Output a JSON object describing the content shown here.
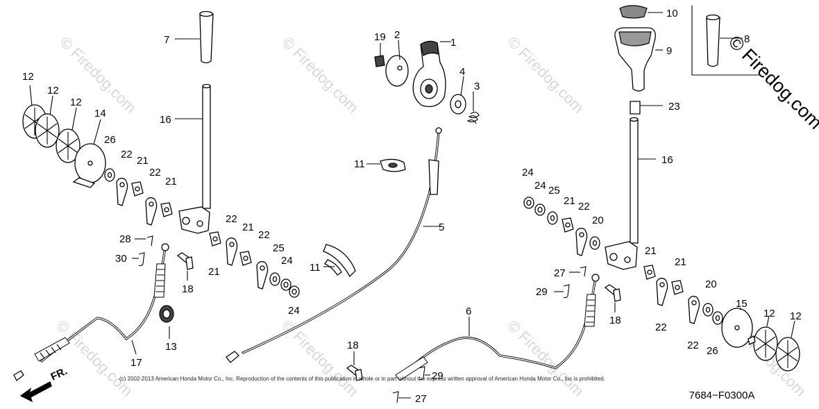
{
  "callouts": [
    {
      "id": "c1",
      "text": "1"
    },
    {
      "id": "c2",
      "text": "2"
    },
    {
      "id": "c3",
      "text": "3"
    },
    {
      "id": "c4",
      "text": "4"
    },
    {
      "id": "c5",
      "text": "5"
    },
    {
      "id": "c6",
      "text": "6"
    },
    {
      "id": "c7",
      "text": "7"
    },
    {
      "id": "c8",
      "text": "8"
    },
    {
      "id": "c9",
      "text": "9"
    },
    {
      "id": "c10",
      "text": "10"
    },
    {
      "id": "c11a",
      "text": "11"
    },
    {
      "id": "c11b",
      "text": "11"
    },
    {
      "id": "c12a",
      "text": "12"
    },
    {
      "id": "c12b",
      "text": "12"
    },
    {
      "id": "c12c",
      "text": "12"
    },
    {
      "id": "c12d",
      "text": "12"
    },
    {
      "id": "c12e",
      "text": "12"
    },
    {
      "id": "c13",
      "text": "13"
    },
    {
      "id": "c14",
      "text": "14"
    },
    {
      "id": "c15",
      "text": "15"
    },
    {
      "id": "c16a",
      "text": "16"
    },
    {
      "id": "c16b",
      "text": "16"
    },
    {
      "id": "c17",
      "text": "17"
    },
    {
      "id": "c18a",
      "text": "18"
    },
    {
      "id": "c18b",
      "text": "18"
    },
    {
      "id": "c18c",
      "text": "18"
    },
    {
      "id": "c19",
      "text": "19"
    },
    {
      "id": "c20a",
      "text": "20"
    },
    {
      "id": "c20b",
      "text": "20"
    },
    {
      "id": "c21a",
      "text": "21"
    },
    {
      "id": "c21b",
      "text": "21"
    },
    {
      "id": "c21c",
      "text": "21"
    },
    {
      "id": "c21d",
      "text": "21"
    },
    {
      "id": "c21e",
      "text": "21"
    },
    {
      "id": "c21f",
      "text": "21"
    },
    {
      "id": "c21g",
      "text": "21"
    },
    {
      "id": "c22a",
      "text": "22"
    },
    {
      "id": "c22b",
      "text": "22"
    },
    {
      "id": "c22c",
      "text": "22"
    },
    {
      "id": "c22d",
      "text": "22"
    },
    {
      "id": "c22e",
      "text": "22"
    },
    {
      "id": "c22f",
      "text": "22"
    },
    {
      "id": "c22g",
      "text": "22"
    },
    {
      "id": "c23",
      "text": "23"
    },
    {
      "id": "c24a",
      "text": "24"
    },
    {
      "id": "c24b",
      "text": "24"
    },
    {
      "id": "c24c",
      "text": "24"
    },
    {
      "id": "c24d",
      "text": "24"
    },
    {
      "id": "c25a",
      "text": "25"
    },
    {
      "id": "c25b",
      "text": "25"
    },
    {
      "id": "c26a",
      "text": "26"
    },
    {
      "id": "c26b",
      "text": "26"
    },
    {
      "id": "c27a",
      "text": "27"
    },
    {
      "id": "c27b",
      "text": "27"
    },
    {
      "id": "c28",
      "text": "28"
    },
    {
      "id": "c29a",
      "text": "29"
    },
    {
      "id": "c29b",
      "text": "29"
    },
    {
      "id": "c30",
      "text": "30"
    }
  ],
  "direction_label": "FR.",
  "watermark_text": "© Firedog.com",
  "inset_watermark": "© Firedog.com",
  "copyright": "(c) 2002-2013 American Honda Motor Co., Inc. Reproduction of the contents of this publication in whole or in part without the express written approval of American Honda Motor Co., Inc is prohibited.",
  "diagram_code": "7684−F0300A"
}
